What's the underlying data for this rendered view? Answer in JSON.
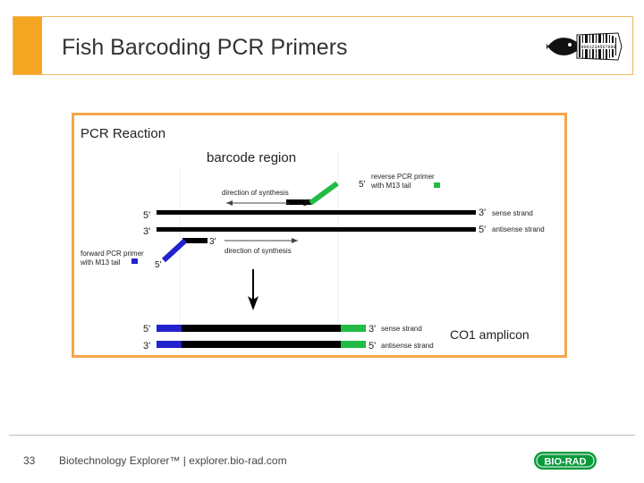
{
  "slide": {
    "title": "Fish Barcoding PCR Primers",
    "page_number": "33",
    "footer": "Biotechnology Explorer™ |  explorer.bio-rad.com",
    "logo_text": "BIO-RAD",
    "fish_logo_text": "9001234567890"
  },
  "diagram": {
    "heading": "PCR Reaction",
    "region_label": "barcode region",
    "direction_label": "direction of synthesis",
    "reverse_primer": [
      "reverse PCR primer",
      "with M13 tail"
    ],
    "forward_primer": [
      "forward PCR primer",
      "with M13 tail"
    ],
    "sense_strand": "sense strand",
    "antisense_strand": "antisense strand",
    "five_prime": "5'",
    "three_prime": "3'",
    "amplicon_label": "CO1 amplicon",
    "colors": {
      "strand": "#000000",
      "forward": "#2222cc",
      "reverse": "#22bb44",
      "frame": "#f5a64a",
      "accent": "#f5a623"
    }
  }
}
